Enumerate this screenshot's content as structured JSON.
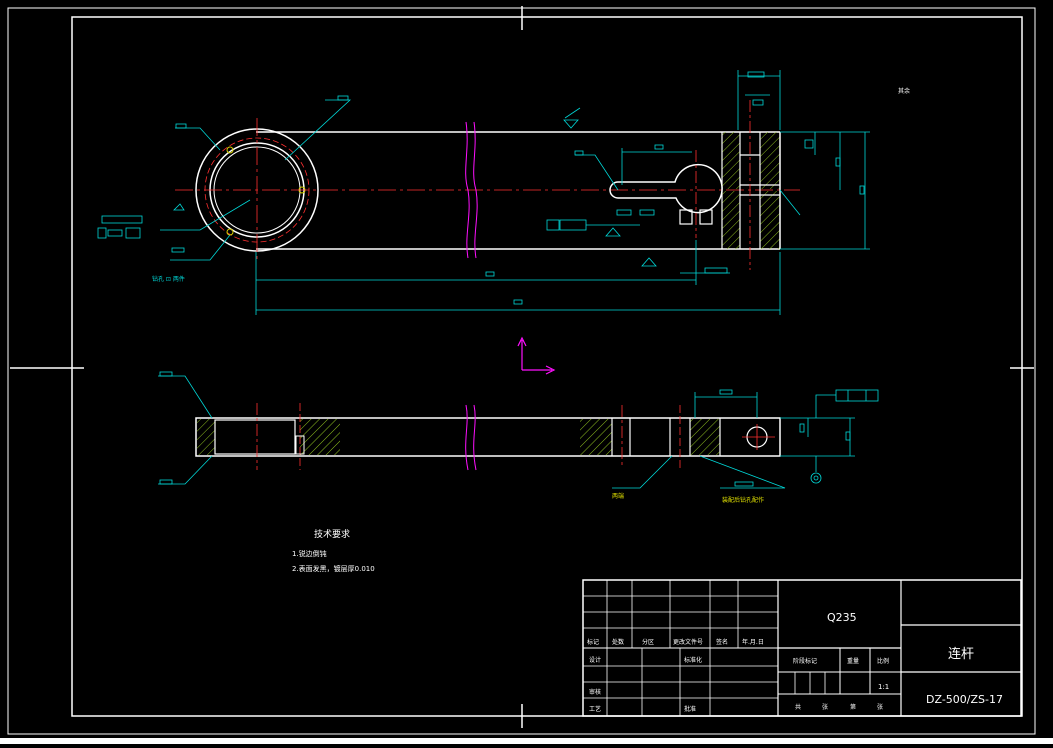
{
  "drawing": {
    "part_name": "连杆",
    "material": "Q235",
    "drawing_number": "DZ-500/ZS-17",
    "scale": "1:1",
    "corner_note": "其余",
    "center_marker_label": "钻孔 ⊡ 两件",
    "label_slot": "两端",
    "label_assembly": "装配后钻孔配作"
  },
  "technical_requirements": {
    "title": "技术要求",
    "items": [
      "1.锐边倒钝",
      "2.表面发黑，镀层厚0.010"
    ]
  },
  "title_block": {
    "revision_headers": [
      "标记",
      "处数",
      "分区",
      "更改文件号",
      "签名",
      "年.月.日"
    ],
    "row_labels": [
      "设计",
      "标准化",
      "审核",
      "工艺",
      "批准"
    ],
    "stage_headers": [
      "阶段标记",
      "重量",
      "比例"
    ],
    "bottom_labels": [
      "共",
      "张",
      "第",
      "张"
    ]
  },
  "colors": {
    "background": "#000000",
    "outline": "#ffffff",
    "dimension": "#00d8d8",
    "centerline": "#ff3030",
    "hatch": "#90c020",
    "axis": "#ff10ff"
  }
}
